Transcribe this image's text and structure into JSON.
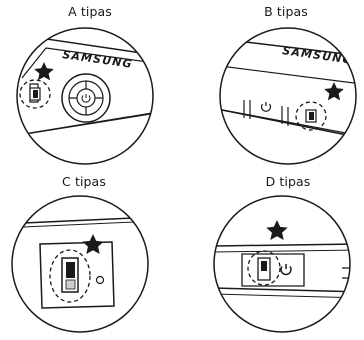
{
  "panels": [
    {
      "caption": "A tipas"
    },
    {
      "caption": "B tipas"
    },
    {
      "caption": "C tipas"
    },
    {
      "caption": "D tipas"
    }
  ],
  "brand": "SAMSUNG",
  "icons": {
    "marker": "star-icon",
    "power": "power-icon",
    "switch": "toggle-switch-icon"
  },
  "colors": {
    "line": "#1a1a1a",
    "shade": "#cfcfcf",
    "background": "#ffffff"
  }
}
